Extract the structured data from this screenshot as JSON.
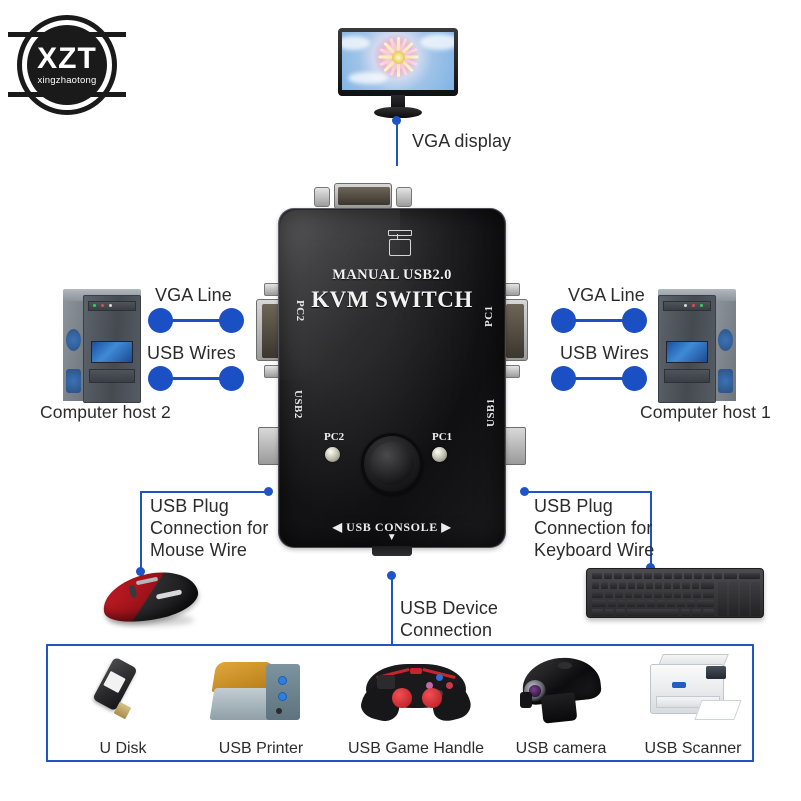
{
  "brand": {
    "logo_main": "XZT",
    "logo_sub": "xingzhaotong",
    "logo_icon": "circle-emblem-icon"
  },
  "device": {
    "title_small": "MANUAL USB2.0",
    "title_large": "KVM SWITCH",
    "top_icon": "monitor-icon",
    "ports": {
      "pc2": "PC2",
      "pc1": "PC1",
      "usb2": "USB2",
      "usb1": "USB1"
    },
    "leds": {
      "pc2": "PC2",
      "pc1": "PC1"
    },
    "console_label": "◀  USB CONSOLE  ▶",
    "console_arrow": "▼"
  },
  "callouts": {
    "vga_display": "VGA display",
    "vga_line_left": "VGA Line",
    "usb_wires_left": "USB Wires",
    "vga_line_right": "VGA Line",
    "usb_wires_right": "USB Wires",
    "host_left": "Computer host 2",
    "host_right": "Computer host 1",
    "mouse": "USB Plug\nConnection for\nMouse Wire",
    "mouse_l1": "USB Plug",
    "mouse_l2": "Connection for",
    "mouse_l3": "Mouse Wire",
    "keyboard_l1": "USB Plug",
    "keyboard_l2": "Connection for",
    "keyboard_l3": "Keyboard Wire",
    "usb_device_l1": "USB Device",
    "usb_device_l2": "Connection"
  },
  "devices": [
    {
      "name": "U Disk",
      "icon": "usb-flash-drive-icon"
    },
    {
      "name": "USB Printer",
      "icon": "thermal-printer-icon"
    },
    {
      "name": "USB Game Handle",
      "icon": "gamepad-icon"
    },
    {
      "name": "USB camera",
      "icon": "webcam-icon"
    },
    {
      "name": "USB Scanner",
      "icon": "document-scanner-icon"
    }
  ],
  "colors": {
    "accent_blue": "#1f53c8",
    "dumbbell_blue": "#1b4fc4",
    "box_border": "#2255c4",
    "text": "#2b2b2b",
    "device_black": "#151517"
  }
}
